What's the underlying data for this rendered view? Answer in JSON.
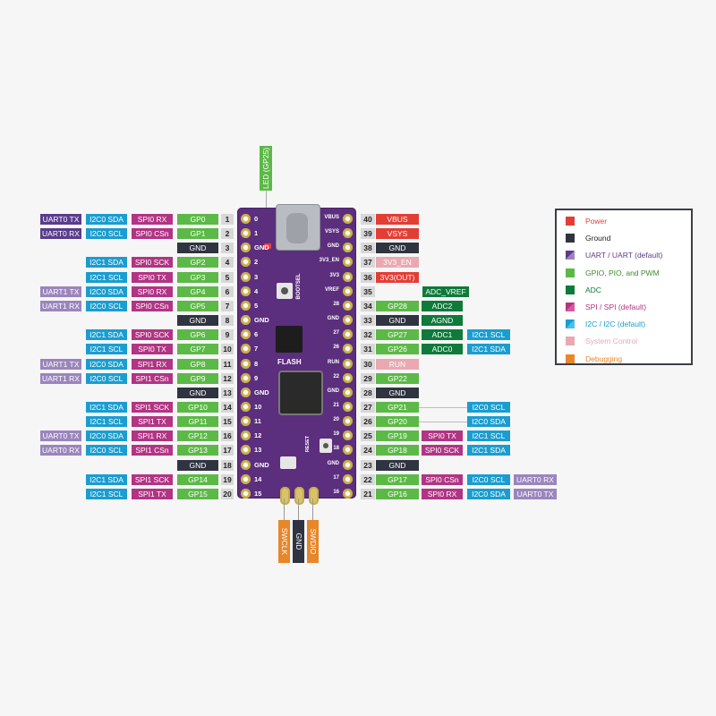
{
  "led_label": "LED (GP25)",
  "left_pins": [
    {
      "num": "1",
      "labels": [
        [
          "GP0",
          "gpio"
        ],
        [
          "SPI0 RX",
          "spi"
        ],
        [
          "I2C0 SDA",
          "i2c"
        ],
        [
          "UART0 TX",
          "uartd"
        ]
      ]
    },
    {
      "num": "2",
      "labels": [
        [
          "GP1",
          "gpio"
        ],
        [
          "SPI0 CSn",
          "spi"
        ],
        [
          "I2C0 SCL",
          "i2c"
        ],
        [
          "UART0 RX",
          "uartd"
        ]
      ]
    },
    {
      "num": "3",
      "labels": [
        [
          "GND",
          "gnd"
        ]
      ]
    },
    {
      "num": "4",
      "labels": [
        [
          "GP2",
          "gpio"
        ],
        [
          "SPI0 SCK",
          "spi"
        ],
        [
          "I2C1 SDA",
          "i2c"
        ]
      ]
    },
    {
      "num": "5",
      "labels": [
        [
          "GP3",
          "gpio"
        ],
        [
          "SPI0 TX",
          "spi"
        ],
        [
          "I2C1 SCL",
          "i2c"
        ]
      ]
    },
    {
      "num": "6",
      "labels": [
        [
          "GP4",
          "gpio"
        ],
        [
          "SPI0 RX",
          "spi"
        ],
        [
          "I2C0 SDA",
          "i2c"
        ],
        [
          "UART1 TX",
          "uart"
        ]
      ]
    },
    {
      "num": "7",
      "labels": [
        [
          "GP5",
          "gpio"
        ],
        [
          "SPI0 CSn",
          "spi"
        ],
        [
          "I2C0 SCL",
          "i2c"
        ],
        [
          "UART1 RX",
          "uart"
        ]
      ]
    },
    {
      "num": "8",
      "labels": [
        [
          "GND",
          "gnd"
        ]
      ]
    },
    {
      "num": "9",
      "labels": [
        [
          "GP6",
          "gpio"
        ],
        [
          "SPI0 SCK",
          "spi"
        ],
        [
          "I2C1 SDA",
          "i2c"
        ]
      ]
    },
    {
      "num": "10",
      "labels": [
        [
          "GP7",
          "gpio"
        ],
        [
          "SPI0 TX",
          "spi"
        ],
        [
          "I2C1 SCL",
          "i2c"
        ]
      ]
    },
    {
      "num": "11",
      "labels": [
        [
          "GP8",
          "gpio"
        ],
        [
          "SPI1 RX",
          "spi"
        ],
        [
          "I2C0 SDA",
          "i2c"
        ],
        [
          "UART1 TX",
          "uart"
        ]
      ]
    },
    {
      "num": "12",
      "labels": [
        [
          "GP9",
          "gpio"
        ],
        [
          "SPI1 CSn",
          "spi"
        ],
        [
          "I2C0 SCL",
          "i2c"
        ],
        [
          "UART1 RX",
          "uart"
        ]
      ]
    },
    {
      "num": "13",
      "labels": [
        [
          "GND",
          "gnd"
        ]
      ]
    },
    {
      "num": "14",
      "labels": [
        [
          "GP10",
          "gpio"
        ],
        [
          "SPI1 SCK",
          "spi"
        ],
        [
          "I2C1 SDA",
          "i2c"
        ]
      ]
    },
    {
      "num": "15",
      "labels": [
        [
          "GP11",
          "gpio"
        ],
        [
          "SPI1 TX",
          "spi"
        ],
        [
          "I2C1 SCL",
          "i2c"
        ]
      ]
    },
    {
      "num": "16",
      "labels": [
        [
          "GP12",
          "gpio"
        ],
        [
          "SPI1 RX",
          "spi"
        ],
        [
          "I2C0 SDA",
          "i2c"
        ],
        [
          "UART0 TX",
          "uart"
        ]
      ]
    },
    {
      "num": "17",
      "labels": [
        [
          "GP13",
          "gpio"
        ],
        [
          "SPI1 CSn",
          "spi"
        ],
        [
          "I2C0 SCL",
          "i2c"
        ],
        [
          "UART0 RX",
          "uart"
        ]
      ]
    },
    {
      "num": "18",
      "labels": [
        [
          "GND",
          "gnd"
        ]
      ]
    },
    {
      "num": "19",
      "labels": [
        [
          "GP14",
          "gpio"
        ],
        [
          "SPI1 SCK",
          "spi"
        ],
        [
          "I2C1 SDA",
          "i2c"
        ]
      ]
    },
    {
      "num": "20",
      "labels": [
        [
          "GP15",
          "gpio"
        ],
        [
          "SPI1 TX",
          "spi"
        ],
        [
          "I2C1 SCL",
          "i2c"
        ]
      ]
    }
  ],
  "right_pins": [
    {
      "num": "40",
      "labels": [
        [
          "VBUS",
          "pwr"
        ]
      ]
    },
    {
      "num": "39",
      "labels": [
        [
          "VSYS",
          "pwr"
        ]
      ]
    },
    {
      "num": "38",
      "labels": [
        [
          "GND",
          "gnd"
        ]
      ]
    },
    {
      "num": "37",
      "labels": [
        [
          "3V3_EN",
          "sys"
        ]
      ]
    },
    {
      "num": "36",
      "labels": [
        [
          "3V3(OUT)",
          "pwr"
        ]
      ]
    },
    {
      "num": "35",
      "labels": [
        [
          "",
          "none"
        ],
        [
          "ADC_VREF",
          "adc"
        ]
      ]
    },
    {
      "num": "34",
      "labels": [
        [
          "GP28",
          "gpio"
        ],
        [
          "ADC2",
          "adc"
        ]
      ]
    },
    {
      "num": "33",
      "labels": [
        [
          "GND",
          "gnd"
        ],
        [
          "AGND",
          "adc"
        ]
      ]
    },
    {
      "num": "32",
      "labels": [
        [
          "GP27",
          "gpio"
        ],
        [
          "ADC1",
          "adc"
        ],
        [
          "I2C1 SCL",
          "i2c"
        ]
      ]
    },
    {
      "num": "31",
      "labels": [
        [
          "GP26",
          "gpio"
        ],
        [
          "ADC0",
          "adc"
        ],
        [
          "I2C1 SDA",
          "i2c"
        ]
      ]
    },
    {
      "num": "30",
      "labels": [
        [
          "RUN",
          "sys"
        ]
      ]
    },
    {
      "num": "29",
      "labels": [
        [
          "GP22",
          "gpio"
        ]
      ]
    },
    {
      "num": "28",
      "labels": [
        [
          "GND",
          "gnd"
        ]
      ]
    },
    {
      "num": "27",
      "labels": [
        [
          "GP21",
          "gpio"
        ],
        [
          "",
          "none"
        ],
        [
          "I2C0 SCL",
          "i2c"
        ]
      ]
    },
    {
      "num": "26",
      "labels": [
        [
          "GP20",
          "gpio"
        ],
        [
          "",
          "none"
        ],
        [
          "I2C0 SDA",
          "i2c"
        ]
      ]
    },
    {
      "num": "25",
      "labels": [
        [
          "GP19",
          "gpio"
        ],
        [
          "SPI0 TX",
          "spi"
        ],
        [
          "I2C1 SCL",
          "i2c"
        ]
      ]
    },
    {
      "num": "24",
      "labels": [
        [
          "GP18",
          "gpio"
        ],
        [
          "SPI0 SCK",
          "spi"
        ],
        [
          "I2C1 SDA",
          "i2c"
        ]
      ]
    },
    {
      "num": "23",
      "labels": [
        [
          "GND",
          "gnd"
        ]
      ]
    },
    {
      "num": "22",
      "labels": [
        [
          "GP17",
          "gpio"
        ],
        [
          "SPI0 CSn",
          "spi"
        ],
        [
          "I2C0 SCL",
          "i2c"
        ],
        [
          "UART0 RX",
          "uart"
        ]
      ]
    },
    {
      "num": "21",
      "labels": [
        [
          "GP16",
          "gpio"
        ],
        [
          "SPI0 RX",
          "spi"
        ],
        [
          "I2C0 SDA",
          "i2c"
        ],
        [
          "UART0 TX",
          "uart"
        ]
      ]
    }
  ],
  "debug_pins": [
    {
      "label": "SWCLK",
      "type": "dbg"
    },
    {
      "label": "GND",
      "type": "gnd"
    },
    {
      "label": "SWDIO",
      "type": "dbg"
    }
  ],
  "board": {
    "silk_left": [
      "0",
      "1",
      "GND",
      "2",
      "3",
      "4",
      "5",
      "GND",
      "6",
      "7",
      "8",
      "9",
      "GND",
      "10",
      "11",
      "12",
      "13",
      "GND",
      "14",
      "15"
    ],
    "silk_right": [
      "VBUS",
      "VSYS",
      "GND",
      "3V3_EN",
      "3V3",
      "VREF",
      "28",
      "GND",
      "27",
      "26",
      "RUN",
      "22",
      "GND",
      "21",
      "20",
      "19",
      "18",
      "GND",
      "17",
      "16"
    ],
    "bootsel": "BOOTSEL",
    "flash": "FLASH",
    "reset": "RESET"
  },
  "legend": [
    {
      "type": "pwr",
      "text": "Power",
      "color": "#e23e36"
    },
    {
      "type": "gnd",
      "text": "Ground",
      "color": "#2f3440"
    },
    {
      "type": "uart",
      "text": "UART / UART (default)",
      "color": "#5a3c8c"
    },
    {
      "type": "gpio",
      "text": "GPIO, PIO, and PWM",
      "color": "#3c8a2e"
    },
    {
      "type": "adc",
      "text": "ADC",
      "color": "#0f7a3a"
    },
    {
      "type": "spi",
      "text": "SPI / SPI (default)",
      "color": "#b23484"
    },
    {
      "type": "i2c",
      "text": "I2C / I2C (default)",
      "color": "#1a9dd0"
    },
    {
      "type": "sys",
      "text": "System Control",
      "color": "#eaa8b0"
    },
    {
      "type": "dbg",
      "text": "Debugging",
      "color": "#e8862a"
    }
  ]
}
